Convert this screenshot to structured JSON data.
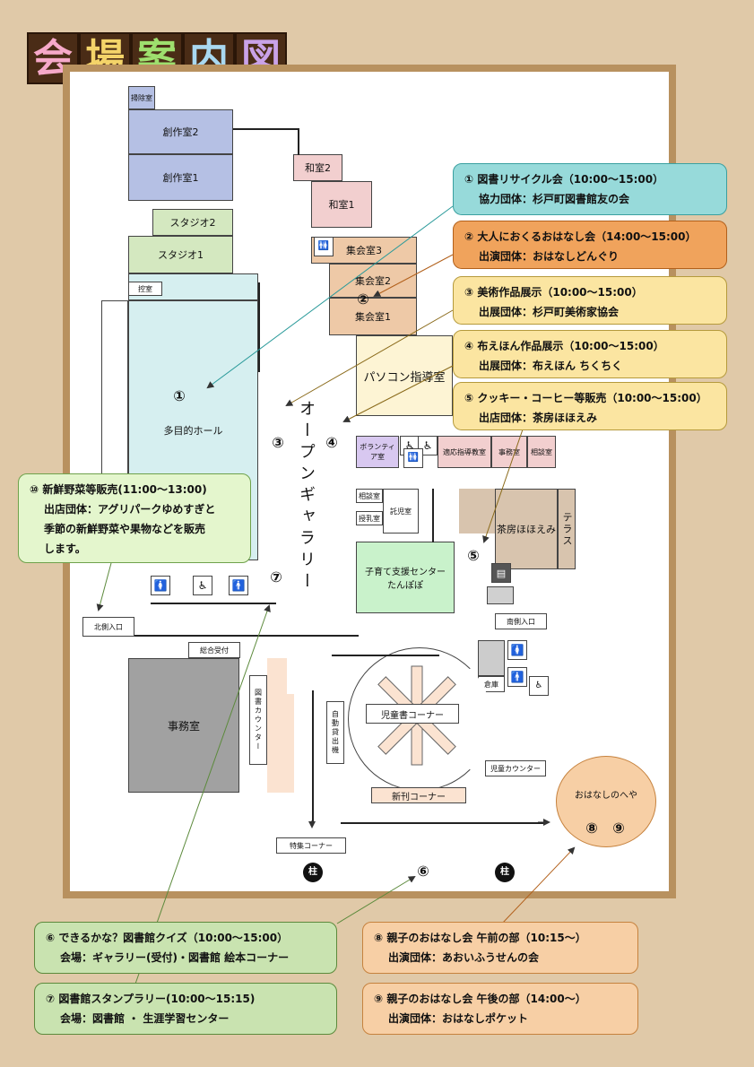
{
  "title": {
    "chars": [
      "会",
      "場",
      "案",
      "内",
      "図"
    ],
    "colors": [
      "#f6a9c9",
      "#f4d469",
      "#9edf6e",
      "#a9d8f0",
      "#c9a2e8"
    ]
  },
  "rooms": {
    "washitsu_prep": "掃除室",
    "sosaku2": "創作室2",
    "sosaku1": "創作室1",
    "studio2": "スタジオ2",
    "studio1": "スタジオ1",
    "hikae": "控室",
    "tamokuteki": "多目的ホール",
    "washitsu2": "和室2",
    "washitsu1": "和室1",
    "shukai3": "集会室3",
    "shukai2": "集会室2",
    "shukai1": "集会室1",
    "pc": "パソコン指導室",
    "volunteer": "ボランティア室",
    "tekio": "適応指導教室",
    "jimu_small": "事務室",
    "sodan1": "相談室",
    "sodan2": "相談室",
    "takuji": "託児室",
    "kanki": "授乳室",
    "sabo": "茶房ほほえみ",
    "terrace": "テラス",
    "kosodate": "子育て支援センターたんぽぽ",
    "minami": "南側入口",
    "kita": "北側入口",
    "sogo": "総合受付",
    "jimu": "事務室",
    "counter": "図書カウンター",
    "jido": "自動貸出機",
    "jidosho": "児童書コーナー",
    "jido_counter": "児童カウンター",
    "shinkan": "新刊コーナー",
    "tokushu": "特集コーナー",
    "ohanashi": "おはなしのへや",
    "soko": "倉庫",
    "gallery": "オープンギャラリー",
    "pillar": "柱"
  },
  "callouts": {
    "c1": {
      "line1": "① 図書リサイクル会（10:00～15:00）",
      "line2": "協力団体：杉戸町図書館友の会"
    },
    "c2": {
      "line1": "② 大人におくるおはなし会（14:00～15:00）",
      "line2": "出演団体：おはなしどんぐり"
    },
    "c3": {
      "line1": "③ 美術作品展示（10:00～15:00）",
      "line2": "出展団体：杉戸町美術家協会"
    },
    "c4": {
      "line1": "④ 布えほん作品展示（10:00～15:00）",
      "line2": "出展団体：布えほん ちくちく"
    },
    "c5": {
      "line1": "⑤ クッキー・コーヒー等販売（10:00～15:00）",
      "line2": "出店団体：茶房ほほえみ"
    },
    "c10": {
      "line1": "⑩ 新鮮野菜等販売(11:00～13:00)",
      "line2": "出店団体：アグリパークゆめすぎと",
      "line3": "季節の新鮮野菜や果物などを販売",
      "line4": "します。"
    },
    "c6": {
      "line1": "⑥ できるかな？図書館クイズ（10:00～15:00）",
      "line2": "会場：ギャラリー(受付)・図書館 絵本コーナー"
    },
    "c7": {
      "line1": "⑦ 図書館スタンプラリー(10:00～15:15)",
      "line2": "会場：図書館 ・ 生涯学習センター"
    },
    "c8": {
      "line1": "⑧ 親子のおはなし会 午前の部（10:15～）",
      "line2": "出演団体：あおいふうせんの会"
    },
    "c9": {
      "line1": "⑨ 親子のおはなし会 午後の部（14:00～）",
      "line2": "出演団体：おはなしポケット"
    }
  },
  "markers": {
    "m1": "①",
    "m2": "②",
    "m3": "③",
    "m4": "④",
    "m5": "⑤",
    "m6": "⑥",
    "m7": "⑦",
    "m8": "⑧",
    "m9": "⑨"
  },
  "colors": {
    "background": "#e0c9a8",
    "frame": "#b8915f",
    "blue_room": "#b5c0e4",
    "green_room": "#d4e8c0",
    "cyan_room": "#d6eff0",
    "pink_room": "#f2cfcf",
    "tan_room": "#eec9a7",
    "yellow_room": "#fdf4d4",
    "purple_room": "#d8c8f0",
    "gray_room": "#a1a1a1",
    "kosodate": "#c9f2cb"
  }
}
